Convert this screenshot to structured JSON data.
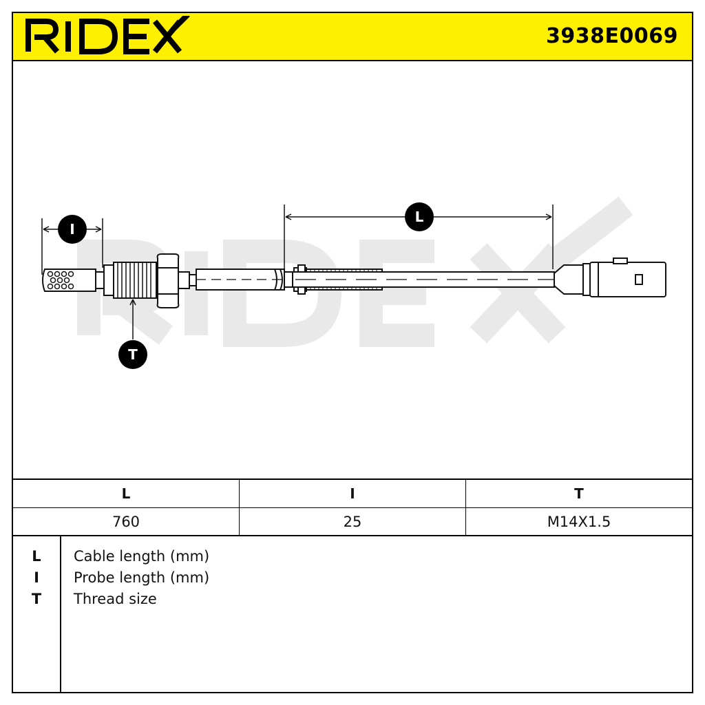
{
  "header": {
    "brand": "RIDEX",
    "part_number": "3938E0069",
    "colors": {
      "band": "#ffef00",
      "ink": "#000000",
      "watermark": "#e8e8e8"
    }
  },
  "drawing": {
    "callouts": {
      "probe": "I",
      "cable": "L",
      "thread": "T"
    },
    "watermark_icon": "ridex-watermark-logo",
    "subject_icon": "exhaust-gas-temperature-sensor-icon"
  },
  "dimensions": {
    "headers": [
      "L",
      "I",
      "T"
    ],
    "values": [
      "760",
      "25",
      "M14X1.5"
    ]
  },
  "legend": [
    {
      "symbol": "L",
      "description": "Cable length (mm)"
    },
    {
      "symbol": "I",
      "description": "Probe length (mm)"
    },
    {
      "symbol": "T",
      "description": "Thread size"
    }
  ]
}
